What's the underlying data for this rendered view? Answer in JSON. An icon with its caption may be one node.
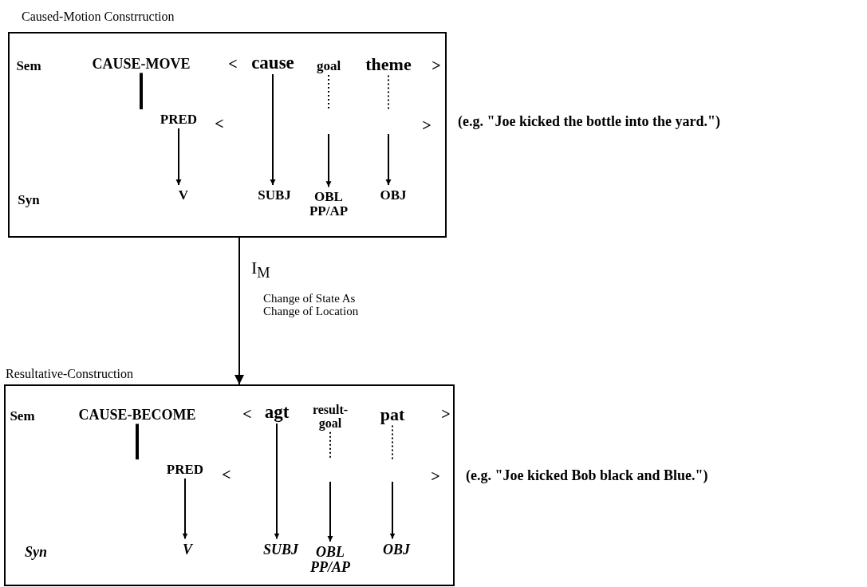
{
  "diagram": {
    "nodes": [
      {
        "text": [
          "Caused-Motion Constrruction"
        ],
        "beside": [
          "(e.g. \"Joe kicked the bottle into the yard.\")"
        ]
      },
      {
        "text": [
          "CAUSE-MOVE"
        ],
        "in": 0
      },
      {
        "text": [
          "cause"
        ],
        "in": 0
      },
      {
        "text": [
          "goal"
        ],
        "in": 0
      },
      {
        "text": [
          "theme"
        ],
        "in": 0
      },
      {
        "text": [
          "PRED"
        ],
        "in": 0
      },
      {
        "text": [
          "V"
        ],
        "in": 0
      },
      {
        "text": [
          "SUBJ"
        ],
        "in": 0
      },
      {
        "text": [
          "OBL PP/AP"
        ],
        "in": 0
      },
      {
        "text": [
          "OBJ"
        ],
        "in": 0
      },
      {
        "text": [
          "Resultative-Construction"
        ],
        "beside": [
          "(e.g. \"Joe kicked Bob black and Blue.\")"
        ]
      },
      {
        "text": [
          "CAUSE-BECOME"
        ],
        "in": 10
      },
      {
        "text": [
          "agt"
        ],
        "in": 10
      },
      {
        "text": [
          "result- goal"
        ],
        "in": 10
      },
      {
        "text": [
          "pat"
        ],
        "in": 10
      },
      {
        "text": [
          "PRED"
        ],
        "in": 10
      },
      {
        "text": [
          "V"
        ],
        "in": 10
      },
      {
        "text": [
          "SUBJ"
        ],
        "in": 10
      },
      {
        "text": [
          "OBL PP/AP"
        ],
        "in": 10
      },
      {
        "text": [
          "OBJ"
        ],
        "in": 10
      }
    ],
    "edges": [
      {
        "from": 1,
        "to": 5,
        "arrow": "none",
        "style": "thick"
      },
      {
        "from": 5,
        "to": 6,
        "arrow": "to"
      },
      {
        "from": 2,
        "to": 7,
        "arrow": "to"
      },
      {
        "from": 3,
        "to": 8,
        "arrow": "to",
        "style": "dashed"
      },
      {
        "from": 4,
        "to": 9,
        "arrow": "to",
        "style": "dashed"
      },
      {
        "from": 0,
        "to": 10,
        "arrow": "to",
        "label": "I$_{M}$"
      },
      {
        "from": 11,
        "to": 15,
        "arrow": "none",
        "style": "thick"
      },
      {
        "from": 15,
        "to": 16,
        "arrow": "to"
      },
      {
        "from": 12,
        "to": 17,
        "arrow": "to"
      },
      {
        "from": 13,
        "to": 18,
        "arrow": "to",
        "style": "dashed"
      },
      {
        "from": 14,
        "to": 19,
        "arrow": "to",
        "style": "dashed"
      }
    ],
    "labels": [
      "Sem",
      "<",
      ">",
      "<",
      ">",
      "Syn",
      "Change of State As Change of Location",
      "Sem",
      "<",
      ">",
      "<",
      ">",
      "Syn"
    ]
  }
}
